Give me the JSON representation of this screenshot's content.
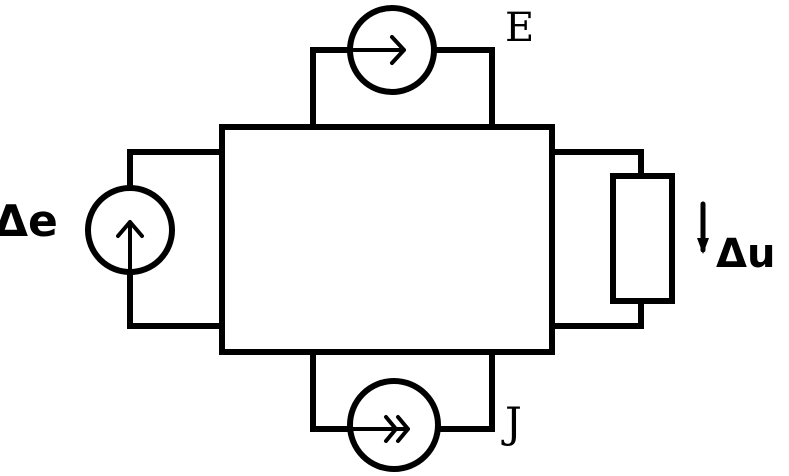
{
  "labels": {
    "voltage_source": "E",
    "current_source": "J",
    "perturbation_source": "Δe",
    "output_voltage": "Δu"
  },
  "colors": {
    "line": "#000000",
    "background": "#ffffff"
  }
}
